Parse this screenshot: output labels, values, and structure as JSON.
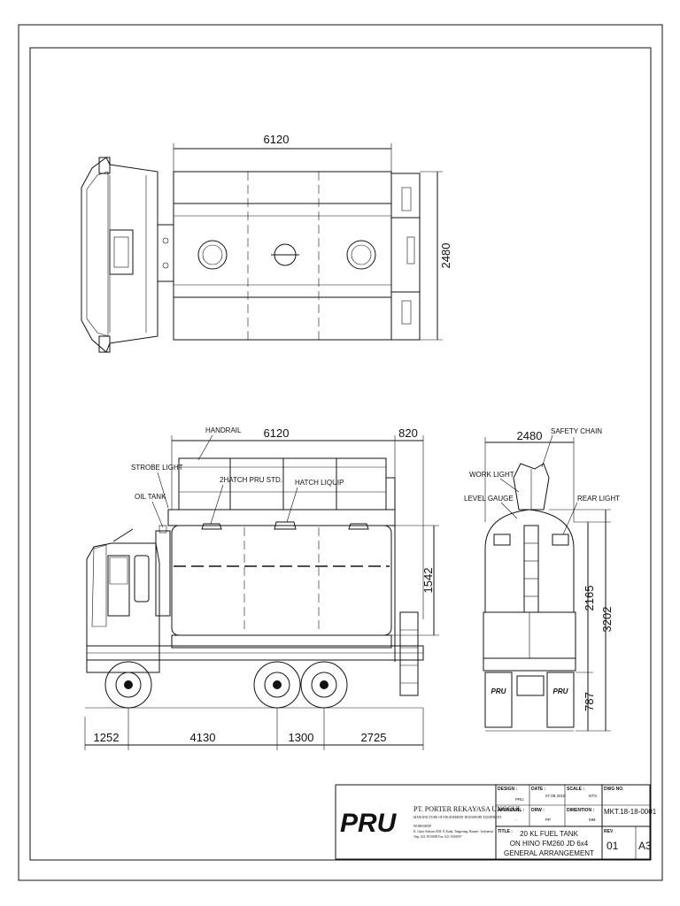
{
  "top_view": {
    "dim_length": "6120",
    "dim_width": "2480"
  },
  "side_view": {
    "dim_tank_length": "6120",
    "dim_rear": "820",
    "dim_tank_height": "1542",
    "dims_bottom": [
      "1252",
      "4130",
      "1300",
      "2725"
    ],
    "labels": {
      "handrail": "HANDRAIL",
      "strobe_light": "STROBE LIGHT",
      "oil_tank": "OIL TANK",
      "hatch_pru": "2HATCH PRU STD.",
      "hatch_liquip": "HATCH LIQUIP"
    }
  },
  "rear_view": {
    "dim_width": "2480",
    "dim_height_tank": "2165",
    "dim_height_total": "3202",
    "dim_ground": "787",
    "labels": {
      "safety_chain": "SAFETY CHAIN",
      "work_light": "WORK LIGHT",
      "level_gauge": "LEVEL GAUGE",
      "rear_light": "REAR LIGHT"
    },
    "mudflap_logo": "PRU"
  },
  "title_block": {
    "logo": "PRU",
    "company_name": "PT. PORTER REKAYASA UNGGUL",
    "company_tagline": "MANUFACTURE OF ENGINEERED TRANSPORT EQUIPMENT",
    "workshop_label": "WORKSHOP",
    "workshop_address": "Jl. Gatot Subroto KM. 8, Kadu, Tangerang, Banten - Indonesia",
    "workshop_phone": "Telp. 021-5919099 Fax. 021-5919097",
    "fields": {
      "design_label": "DESIGN :",
      "design_value": "PRU",
      "date_label": "DATE :",
      "date_value": "07.08.2018",
      "scale_label": "SCALE :",
      "scale_value": "NTS",
      "dwg_no_label": "DWG NO.",
      "dwg_no_value": "MKT.18-18-0001",
      "approval_label": "APPROVAL :",
      "approval_value": "-",
      "drw_label": "DRW :",
      "drw_value": "PP",
      "dimention_label": "DIMENTION :",
      "dimention_value": "MM",
      "title_label": "TITLE :",
      "rev_label": "REV",
      "rev_value": "01",
      "sheet_size": "A3"
    },
    "title_lines": [
      "20 KL FUEL TANK",
      "ON HINO FM260 JD 6x4",
      "GENERAL ARRANGEMENT"
    ]
  }
}
